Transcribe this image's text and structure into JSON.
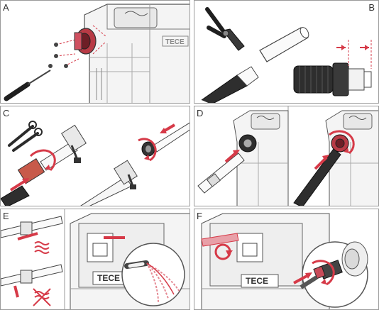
{
  "panels": [
    {
      "id": "A",
      "label": "A"
    },
    {
      "id": "B",
      "label": "B"
    },
    {
      "id": "C",
      "label": "C"
    },
    {
      "id": "D",
      "label": "D"
    },
    {
      "id": "E",
      "label": "E"
    },
    {
      "id": "F",
      "label": "F"
    }
  ],
  "brand": {
    "logo_text": "TECE"
  },
  "colors": {
    "accent": "#d63a48",
    "ink": "#2b2b2b",
    "hose": "#2e2e2e",
    "frame": "#9a9a9a"
  },
  "icons": [
    "screwdriver-icon",
    "pipe-cutter-icon",
    "wrench-icon",
    "rotate-arrow-icon",
    "push-arrow-icon",
    "water-flow-icon",
    "no-flow-icon",
    "magnifier-icon"
  ]
}
